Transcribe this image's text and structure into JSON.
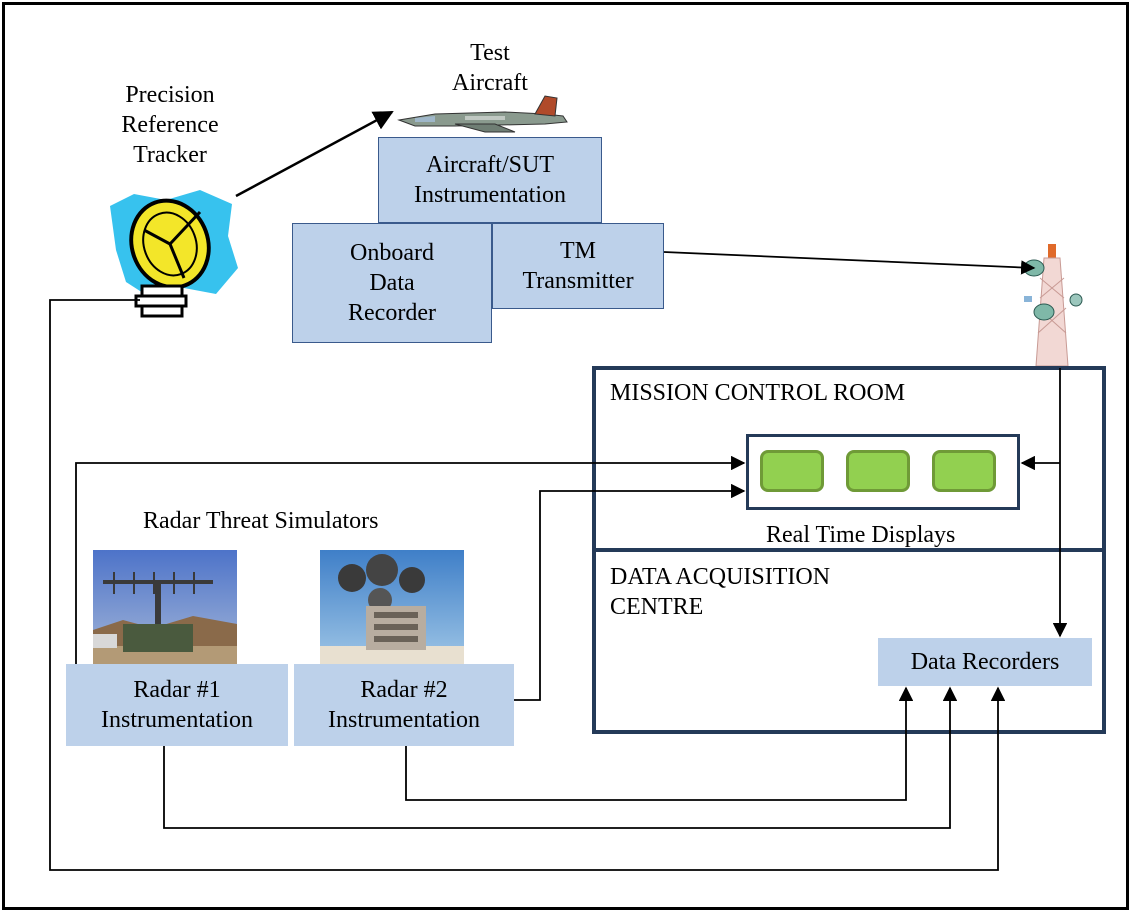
{
  "labels": {
    "test_aircraft": [
      "Test",
      "Aircraft"
    ],
    "precision_tracker": [
      "Precision",
      "Reference",
      "Tracker"
    ],
    "radar_threat_simulators": "Radar Threat Simulators",
    "real_time_displays": "Real Time Displays"
  },
  "boxes": {
    "aircraft_sut": [
      "Aircraft/SUT",
      "Instrumentation"
    ],
    "onboard_recorder": [
      "Onboard",
      "Data",
      "Recorder"
    ],
    "tm_transmitter": [
      "TM",
      "Transmitter"
    ],
    "radar1": [
      "Radar #1",
      "Instrumentation"
    ],
    "radar2": [
      "Radar #2",
      "Instrumentation"
    ],
    "data_recorders": "Data Recorders"
  },
  "rooms": {
    "mission_control": "MISSION CONTROL ROOM",
    "data_acquisition": [
      "DATA ACQUISITION",
      "CENTRE"
    ]
  },
  "colors": {
    "box_fill": "#bdd1ea",
    "room_border": "#243a58",
    "display_fill": "#92d050"
  }
}
